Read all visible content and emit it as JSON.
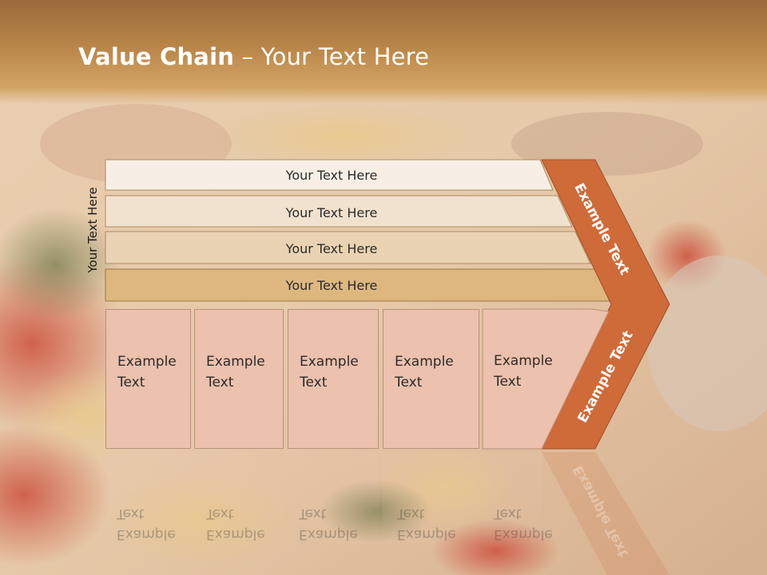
{
  "title": {
    "bold": "Value Chain",
    "rest": " – Your Text Here"
  },
  "side_label": "Your Text Here",
  "rows": [
    {
      "label": "Your Text Here"
    },
    {
      "label": "Your Text Here"
    },
    {
      "label": "Your Text Here"
    },
    {
      "label": "Your Text Here"
    }
  ],
  "columns": [
    {
      "line1": "Example",
      "line2": "Text"
    },
    {
      "line1": "Example",
      "line2": "Text"
    },
    {
      "line1": "Example",
      "line2": "Text"
    },
    {
      "line1": "Example",
      "line2": "Text"
    },
    {
      "line1": "Example",
      "line2": "Text"
    }
  ],
  "chevron": {
    "upper": "Example Text",
    "lower": "Example Text"
  },
  "colors": {
    "row1": "#f7efe6",
    "row2": "#f1e2cf",
    "row3": "#ead3b2",
    "row4": "#deb77f",
    "column": "#ecc1ad",
    "chevron": "#cf6a39",
    "title": "#ffffff"
  }
}
